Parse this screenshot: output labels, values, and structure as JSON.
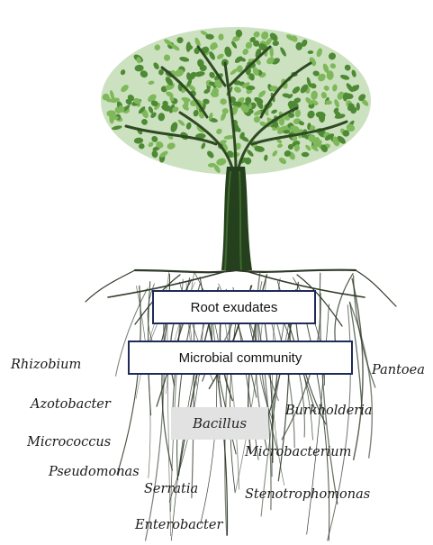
{
  "labels": {
    "root_exudates": "Root exudates",
    "microbial_community": "Microbial community",
    "bacillus": "Bacillus"
  },
  "microbes": {
    "rhizobium": "Rhizobium",
    "azotobacter": "Azotobacter",
    "micrococcus": "Micrococcus",
    "pseudomonas": "Pseudomonas",
    "serratia": "Serratia",
    "enterobacter": "Enterobacter",
    "pantoea": "Pantoea",
    "burkholderia": "Burkholderia",
    "microbacterium": "Microbacterium",
    "stenotrophomonas": "Stenotrophomonas"
  },
  "colors": {
    "leaf_light": "#7fb85a",
    "leaf_dark": "#4e8a34",
    "trunk": "#24401c",
    "root": "#2f3a28",
    "box_border": "#1f2a5a",
    "bacillus_bg": "#e2e2e2"
  }
}
